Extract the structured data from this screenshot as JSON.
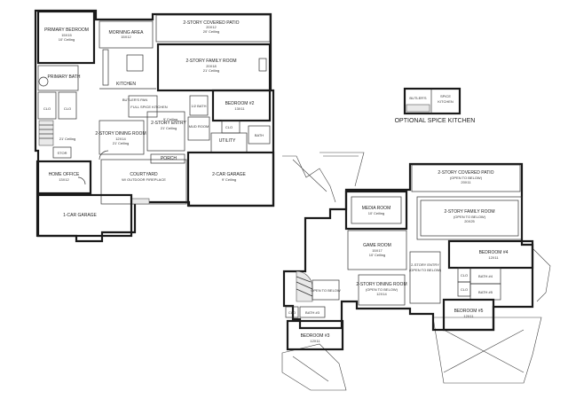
{
  "first_floor": {
    "primary_bedroom": {
      "name": "PRIMARY BEDROOM",
      "size": "15X15",
      "ceiling": "10' Ceiling"
    },
    "morning_area": {
      "name": "MORNING AREA",
      "size": "15X12"
    },
    "covered_patio": {
      "name": "2-STORY COVERED PATIO",
      "size": "20X12",
      "ceiling": "20' Ceiling"
    },
    "family_room": {
      "name": "2-STORY FAMILY ROOM",
      "size": "20X18",
      "ceiling": "21' Ceiling"
    },
    "primary_bath": {
      "name": "PRIMARY BATH"
    },
    "kitchen": {
      "name": "KITCHEN"
    },
    "butlers_pantry": {
      "name": "BUTLER'S PAN"
    },
    "full_spice_kitchen": {
      "name": "FULL SPICE KITCHEN"
    },
    "bedroom2": {
      "name": "BEDROOM #2",
      "size": "13X11"
    },
    "half_bath": {
      "name": "1/2 BATH"
    },
    "clo_1": {
      "name": "CLO"
    },
    "clo_2": {
      "name": "CLO"
    },
    "clo_3": {
      "name": "CLO"
    },
    "ceiling_21_left": {
      "text": "21' Ceiling"
    },
    "ceiling_9_hall": {
      "text": "9' Ceiling"
    },
    "entry": {
      "name": "2-STORY ENTRY",
      "ceiling": "21' Ceiling"
    },
    "dining": {
      "name": "2-STORY DINING ROOM",
      "size": "12X14",
      "ceiling": "21' Ceiling"
    },
    "mud_room": {
      "name": "MUD ROOM"
    },
    "bath": {
      "name": "BATH"
    },
    "utility": {
      "name": "UTILITY"
    },
    "stor": {
      "name": "STOR"
    },
    "porch": {
      "name": "PORCH"
    },
    "home_office": {
      "name": "HOME OFFICE",
      "size": "13X12"
    },
    "courtyard": {
      "name": "COURTYARD",
      "sub": "W/ OUTDOOR FIREPLACE"
    },
    "garage2": {
      "name": "2-CAR GARAGE",
      "ceiling": "9' Ceiling"
    },
    "garage1": {
      "name": "1-CAR GARAGE"
    }
  },
  "second_floor": {
    "covered_patio": {
      "name": "2-STORY COVERED PATIO",
      "sub": "(OPEN TO BELOW)",
      "size": "20X11"
    },
    "family_room": {
      "name": "2-STORY FAMILY ROOM",
      "sub": "(OPEN TO BELOW)",
      "size": "20X25"
    },
    "media_room": {
      "name": "MEDIA ROOM",
      "ceiling": "10' Ceiling"
    },
    "game_room": {
      "name": "GAME ROOM",
      "size": "15X17",
      "ceiling": "10' Ceiling"
    },
    "bedroom4": {
      "name": "BEDROOM #4",
      "size": "12X11"
    },
    "bath4": {
      "name": "BATH #4"
    },
    "bath5": {
      "name": "BATH #5"
    },
    "clo_1": {
      "name": "CLO"
    },
    "clo_2": {
      "name": "CLO"
    },
    "dining": {
      "name": "2-STORY DINING ROOM",
      "sub": "(OPEN TO BELOW)",
      "size": "12X14"
    },
    "entry": {
      "name": "2-STORY ENTRY",
      "sub": "(OPEN TO BELOW)"
    },
    "open_below": {
      "text": "OPEN TO BELOW"
    },
    "bath3": {
      "name": "BATH #3"
    },
    "clo_3": {
      "name": "CLO"
    },
    "bedroom3": {
      "name": "BEDROOM #3",
      "size": "12X11"
    },
    "bedroom5": {
      "name": "BEDROOM #5",
      "size": "12X11"
    }
  },
  "option": {
    "butlers": "BUTLER'S",
    "spice": "SPICE",
    "kitchen": "KITCHEN",
    "caption": "OPTIONAL SPICE KITCHEN"
  }
}
